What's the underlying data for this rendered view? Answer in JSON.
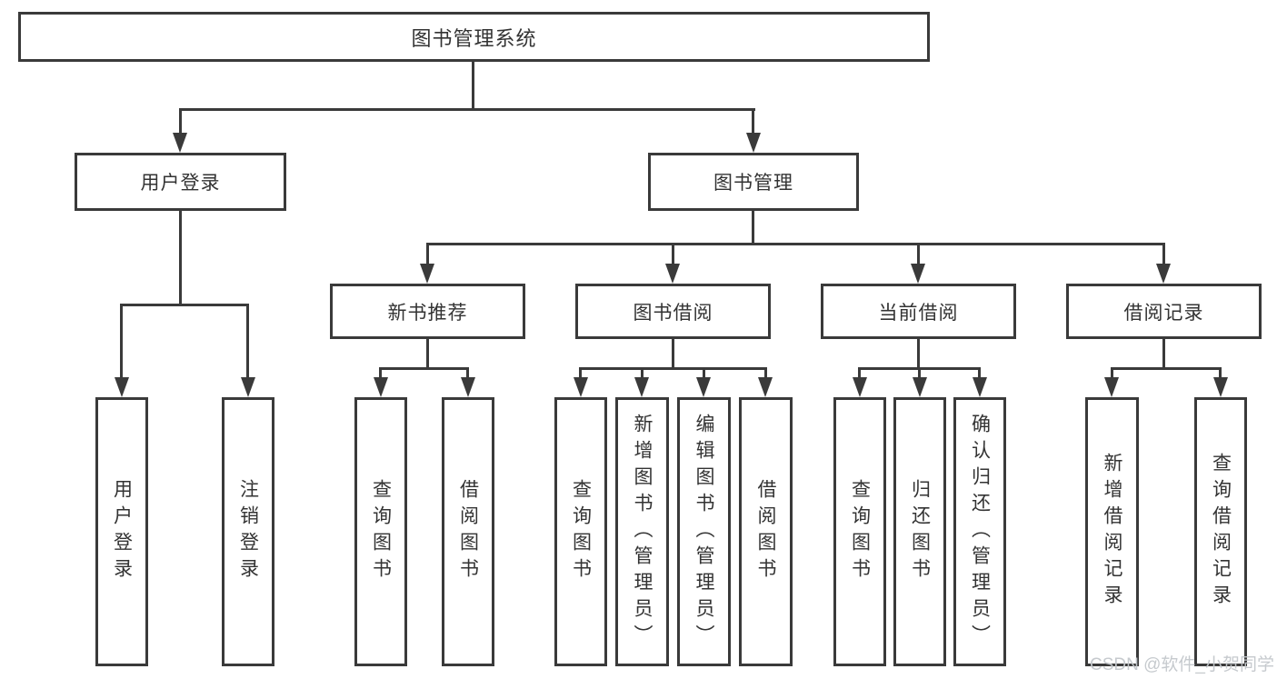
{
  "tree": {
    "label": "图书管理系统",
    "children": [
      {
        "label": "用户登录",
        "children": [
          {
            "label": "用户登录"
          },
          {
            "label": "注销登录"
          }
        ]
      },
      {
        "label": "图书管理",
        "children": [
          {
            "label": "新书推荐",
            "children": [
              {
                "label": "查询图书"
              },
              {
                "label": "借阅图书"
              }
            ]
          },
          {
            "label": "图书借阅",
            "children": [
              {
                "label": "查询图书"
              },
              {
                "label": "新增图书（管理员）"
              },
              {
                "label": "编辑图书（管理员）"
              },
              {
                "label": "借阅图书"
              }
            ]
          },
          {
            "label": "当前借阅",
            "children": [
              {
                "label": "查询图书"
              },
              {
                "label": "归还图书"
              },
              {
                "label": "确认归还（管理员）"
              }
            ]
          },
          {
            "label": "借阅记录",
            "children": [
              {
                "label": "新增借阅记录"
              },
              {
                "label": "查询借阅记录"
              }
            ]
          }
        ]
      }
    ]
  },
  "watermark": "CSDN @软件_小贺同学",
  "colors": {
    "line": "#3a3a3a",
    "text": "#333333",
    "box_background": "#ffffff",
    "watermark": "#c3c7cb"
  }
}
